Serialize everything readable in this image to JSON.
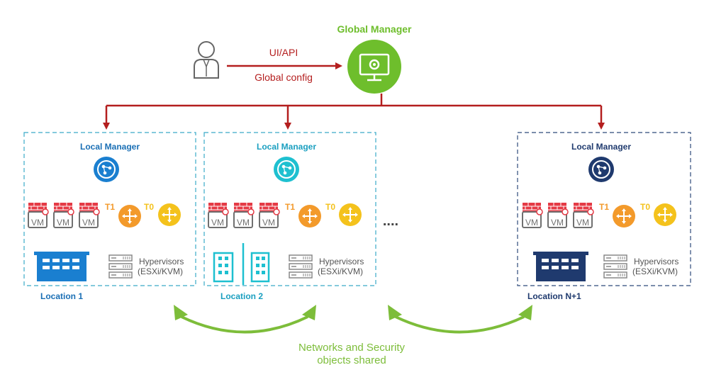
{
  "global_manager": {
    "title": "Global Manager",
    "color": "#6EBE2C",
    "icon": "monitor-gear-icon"
  },
  "user": {
    "icon": "user-icon",
    "ui_api_label": "UI/API",
    "config_label": "Global config"
  },
  "colors": {
    "red_line": "#B41E1E",
    "box_cyan": "#3AAAC8",
    "box_navy": "#2E4A7A",
    "title_blue": "#1A6FB5",
    "firewall_red": "#E53A45",
    "t1_orange": "#F39A2B",
    "t0_yellow": "#F4C21C",
    "vm_gray": "#707070",
    "arrow_green": "#7DBD3A",
    "hypervisor_text": "#555555"
  },
  "locations": [
    {
      "manager_label": "Local Manager",
      "location_label": "Location 1",
      "vm_label": "VM",
      "t1_label": "T1",
      "t0_label": "T0",
      "hypervisors_label": "Hypervisors",
      "hypervisors_sub": "(ESXi/KVM)",
      "building_icon": "datacenter-building-icon"
    },
    {
      "manager_label": "Local Manager",
      "location_label": "Location 2",
      "vm_label": "VM",
      "t1_label": "T1",
      "t0_label": "T0",
      "hypervisors_label": "Hypervisors",
      "hypervisors_sub": "(ESXi/KVM)",
      "building_icon": "office-towers-icon"
    },
    {
      "manager_label": "Local Manager",
      "location_label": "Location N+1",
      "vm_label": "VM",
      "t1_label": "T1",
      "t0_label": "T0",
      "hypervisors_label": "Hypervisors",
      "hypervisors_sub": "(ESXi/KVM)",
      "building_icon": "datacenter-building-icon"
    }
  ],
  "ellipsis": "....",
  "shared": {
    "line1": "Networks and Security",
    "line2": "objects shared"
  }
}
